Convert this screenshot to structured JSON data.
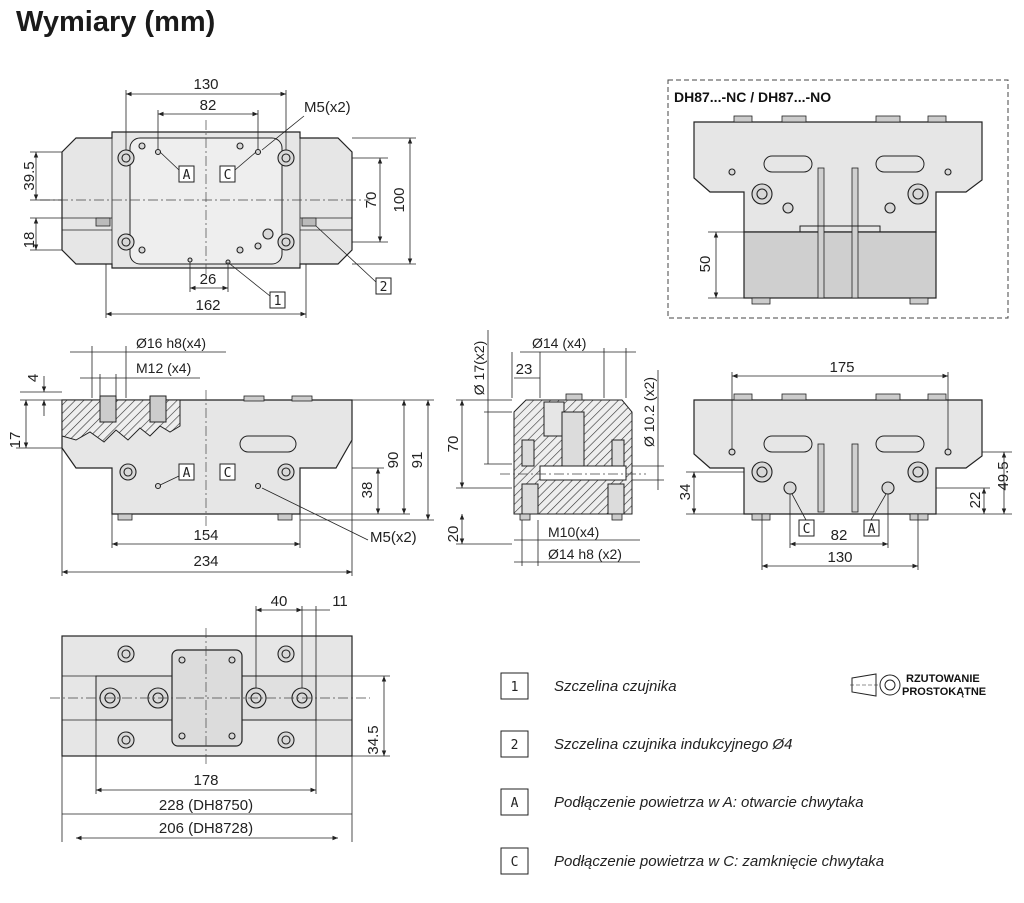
{
  "title": "Wymiary (mm)",
  "detail_title": "DH87...-NC / DH87...-NO",
  "projection": {
    "line1": "RZUTOWANIE",
    "line2": "PROSTOKĄTNE"
  },
  "top_view": {
    "d130": "130",
    "d82": "82",
    "m5": "M5(x2)",
    "d39_5": "39.5",
    "d18": "18",
    "d70": "70",
    "d100": "100",
    "d26": "26",
    "d162": "162",
    "lbl_a": "A",
    "lbl_c": "C",
    "lbl_1": "1",
    "lbl_2": "2"
  },
  "front_view": {
    "d16": "Ø16 h8(x4)",
    "m12": "M12 (x4)",
    "d4": "4",
    "d17": "17",
    "d90": "90",
    "d91": "91",
    "d38": "38",
    "d154": "154",
    "d234": "234",
    "m5": "M5(x2)",
    "lbl_a": "A",
    "lbl_c": "C"
  },
  "section_view": {
    "d17x2": "Ø 17(x2)",
    "d14x4": "Ø14 (x4)",
    "d23": "23",
    "d70": "70",
    "d10_2": "Ø 10.2 (x2)",
    "d20": "20",
    "m10": "M10(x4)",
    "d14h8": "Ø14 h8 (x2)"
  },
  "side_view": {
    "d175": "175",
    "d49_5": "49.5",
    "d22": "22",
    "d34": "34",
    "d82": "82",
    "d130": "130",
    "lbl_c": "C",
    "lbl_a": "A"
  },
  "detail_view": {
    "d50": "50"
  },
  "bottom_view": {
    "d40": "40",
    "d11": "11",
    "d34_5": "34.5",
    "d178": "178",
    "d228": "228 (DH8750)",
    "d206": "206 (DH8728)"
  },
  "legend": [
    {
      "key": "1",
      "text": "Szczelina czujnika"
    },
    {
      "key": "2",
      "text": "Szczelina czujnika indukcyjnego Ø4"
    },
    {
      "key": "A",
      "text": "Podłączenie powietrza w A: otwarcie chwytaka"
    },
    {
      "key": "C",
      "text": "Podłączenie powietrza w C: zamknięcie chwytaka"
    }
  ]
}
